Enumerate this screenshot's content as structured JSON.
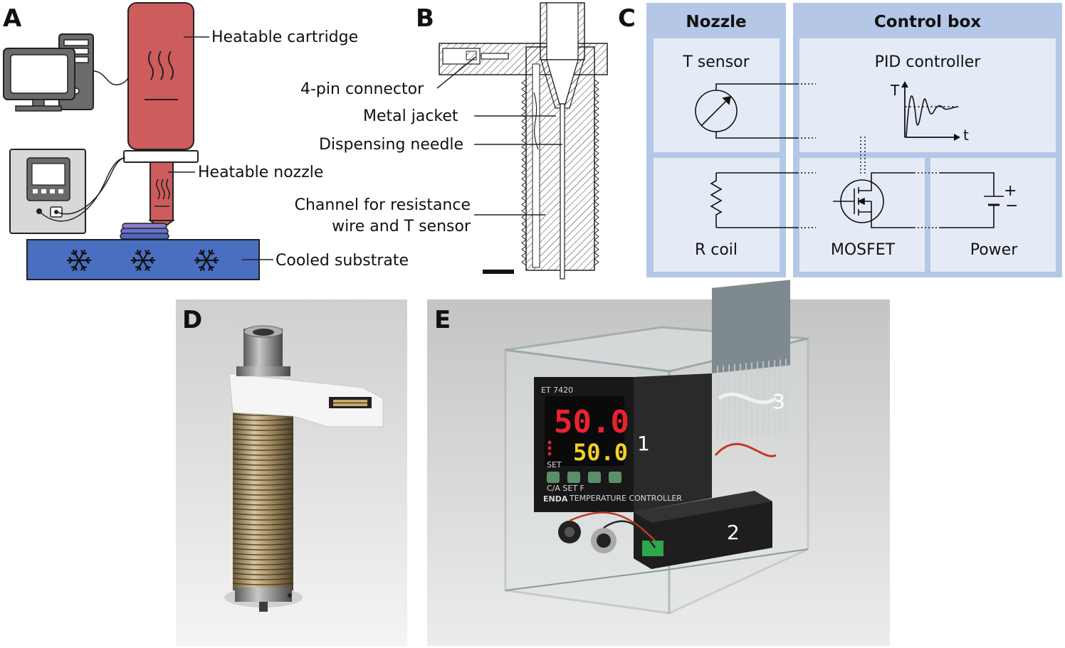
{
  "panels": {
    "A": "A",
    "B": "B",
    "C": "C",
    "D": "D",
    "E": "E"
  },
  "panel_a": {
    "heatable_cartridge": "Heatable cartridge",
    "heatable_nozzle": "Heatable nozzle",
    "cooled_substrate": "Cooled substrate"
  },
  "panel_b": {
    "four_pin_connector": "4-pin connector",
    "metal_jacket": "Metal jacket",
    "dispensing_needle": "Dispensing needle",
    "channel_line1": "Channel for resistance",
    "channel_line2": "wire and T sensor"
  },
  "panel_c": {
    "nozzle_header": "Nozzle",
    "control_box_header": "Control box",
    "t_sensor": "T sensor",
    "pid_controller": "PID controller",
    "r_coil": "R coil",
    "mosfet": "MOSFET",
    "power": "Power",
    "axis_t_upper": "T",
    "axis_t_lower": "t",
    "plus": "+",
    "minus": "−"
  },
  "panel_e": {
    "model": "ET 7420",
    "display_top": "50.0",
    "display_bottom": "50.0",
    "button_set": "SET",
    "unit_label": "C/A SET F",
    "brand": "ENDA",
    "brand_sub": "TEMPERATURE CONTROLLER",
    "label_1": "1",
    "label_2": "2",
    "label_3": "3"
  },
  "colors": {
    "cartridge_red": "#cd5c5c",
    "substrate_blue": "#4a6ec0",
    "panel_c_bg": "#b5c7e6",
    "panel_c_box": "#e5ebf6",
    "display_red": "#e8232f",
    "display_yellow": "#f2d024"
  }
}
